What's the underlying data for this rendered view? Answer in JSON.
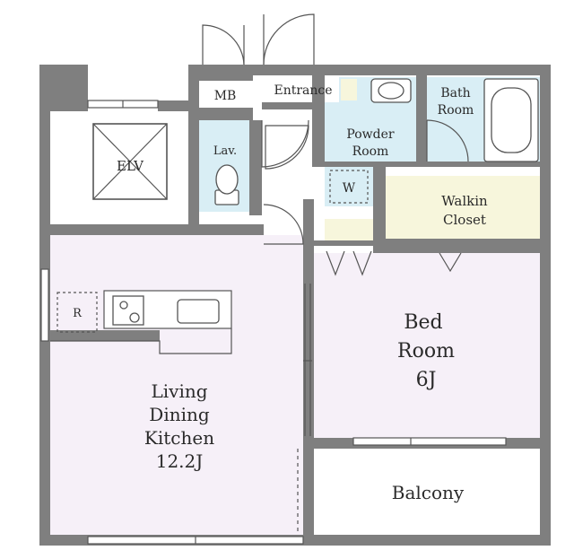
{
  "floorplan": {
    "colors": {
      "wall": "#7f7f7f",
      "ldk": "#f6f0f8",
      "wet": "#d9eef5",
      "closet": "#f7f6dc",
      "white": "#ffffff",
      "line": "#555555"
    },
    "rooms": {
      "mb": "MB",
      "entrance": "Entrance",
      "bath_l1": "Bath",
      "bath_l2": "Room",
      "powder_l1": "Powder",
      "powder_l2": "Room",
      "elv": "ELV",
      "lav": "Lav.",
      "washer": "W",
      "walkin_l1": "Walkin",
      "walkin_l2": "Closet",
      "fridge": "R",
      "ldk_l1": "Living",
      "ldk_l2": "Dining",
      "ldk_l3": "Kitchen",
      "ldk_l4": "12.2J",
      "bed_l1": "Bed",
      "bed_l2": "Room",
      "bed_l3": "6J",
      "balcony": "Balcony"
    },
    "icons": [
      "door-swing-icon",
      "toilet-icon",
      "bathtub-icon",
      "sink-icon",
      "stove-icon",
      "window-icon"
    ]
  }
}
